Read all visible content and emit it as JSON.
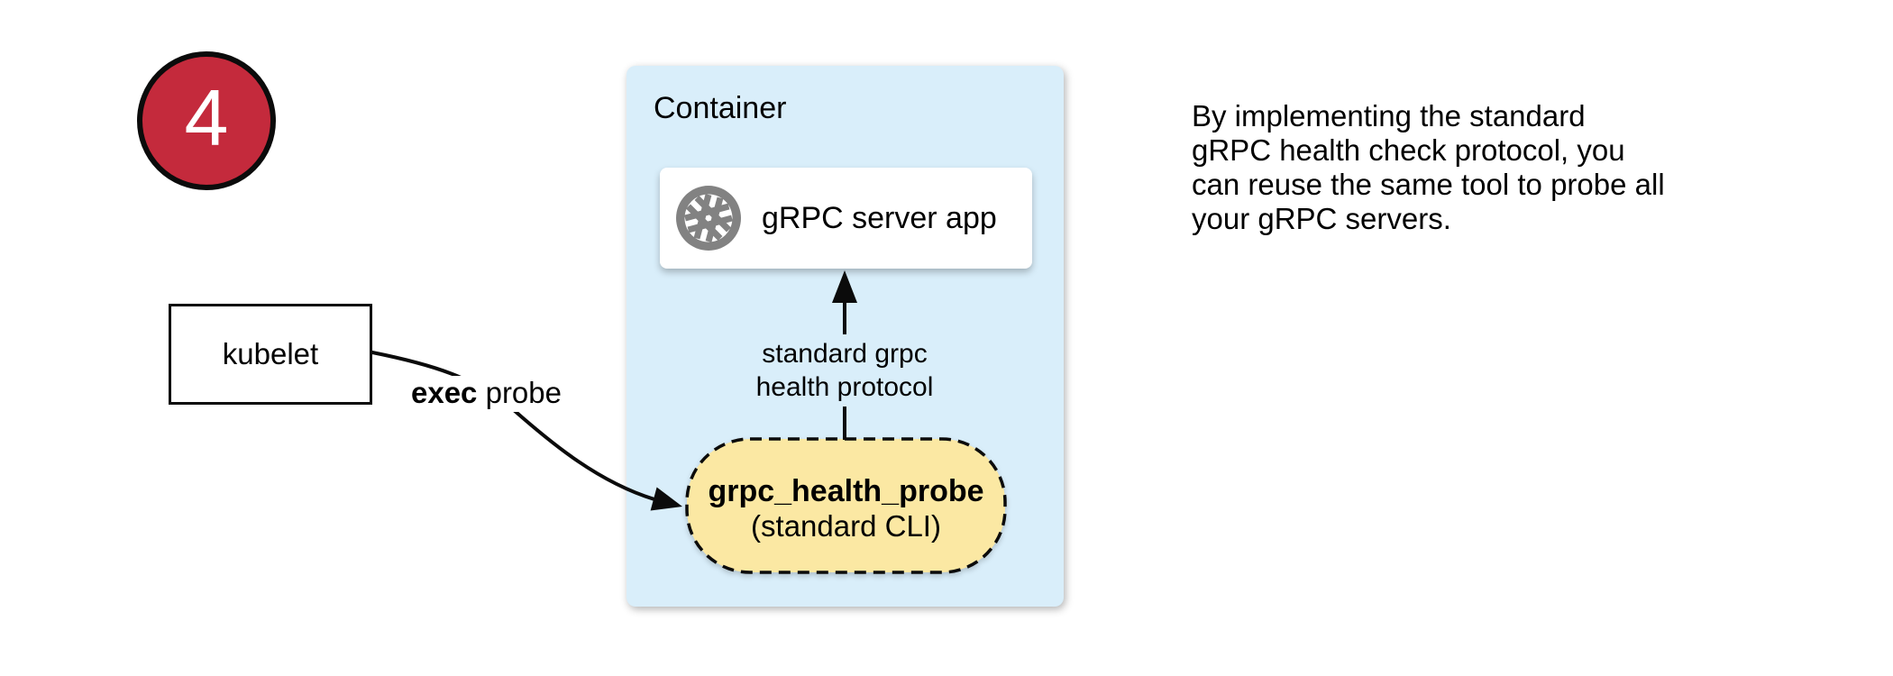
{
  "badge": {
    "number": "4",
    "color": "#C42A3C"
  },
  "kubelet": {
    "label": "kubelet"
  },
  "exec_label": {
    "bold": "exec",
    "rest": "probe"
  },
  "container": {
    "title": "Container",
    "fill": "#D9EEFA",
    "server": {
      "label": "gRPC server app",
      "icon": "aperture-icon",
      "icon_color": "#828282"
    },
    "probe": {
      "title": "grpc_health_probe",
      "subtitle": "(standard CLI)",
      "fill": "#FBE8A3"
    }
  },
  "protocol_arrow": {
    "label_line1": "standard grpc",
    "label_line2": "health protocol"
  },
  "note": {
    "lines": [
      "By implementing the standard",
      "gRPC health check protocol, you",
      "can reuse the same tool to probe all",
      "your gRPC servers."
    ]
  }
}
